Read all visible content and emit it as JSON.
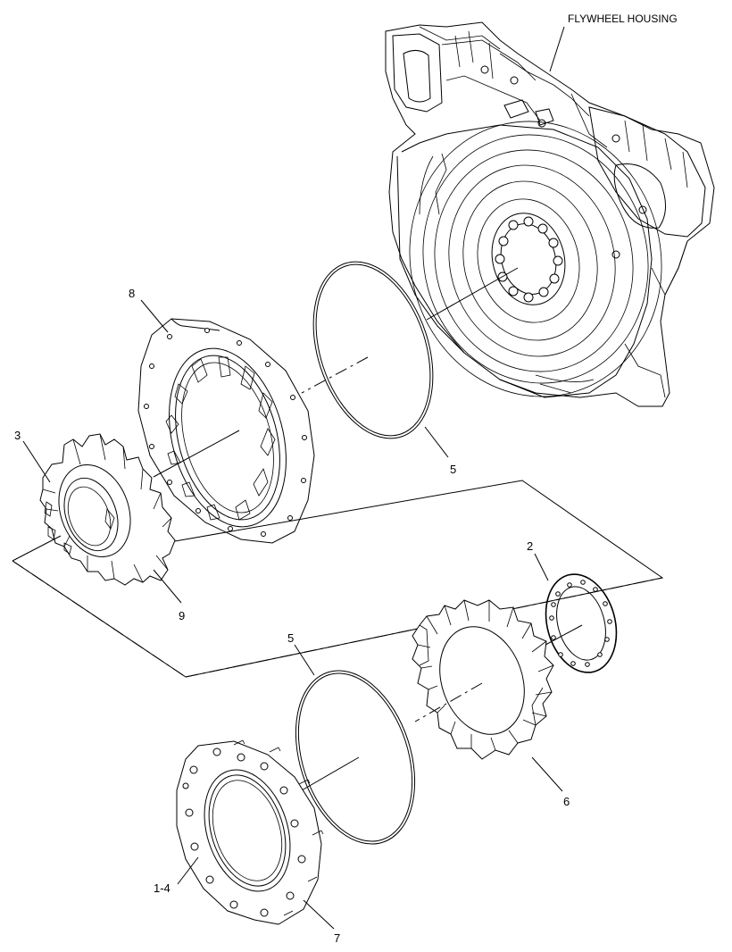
{
  "labels": {
    "flywheel_housing": "FLYWHEEL HOUSING",
    "item_8": "8",
    "item_3": "3",
    "item_9": "9",
    "item_5_upper": "5",
    "item_2": "2",
    "item_5_lower": "5",
    "item_6": "6",
    "item_1_4": "1-4",
    "item_7": "7"
  }
}
